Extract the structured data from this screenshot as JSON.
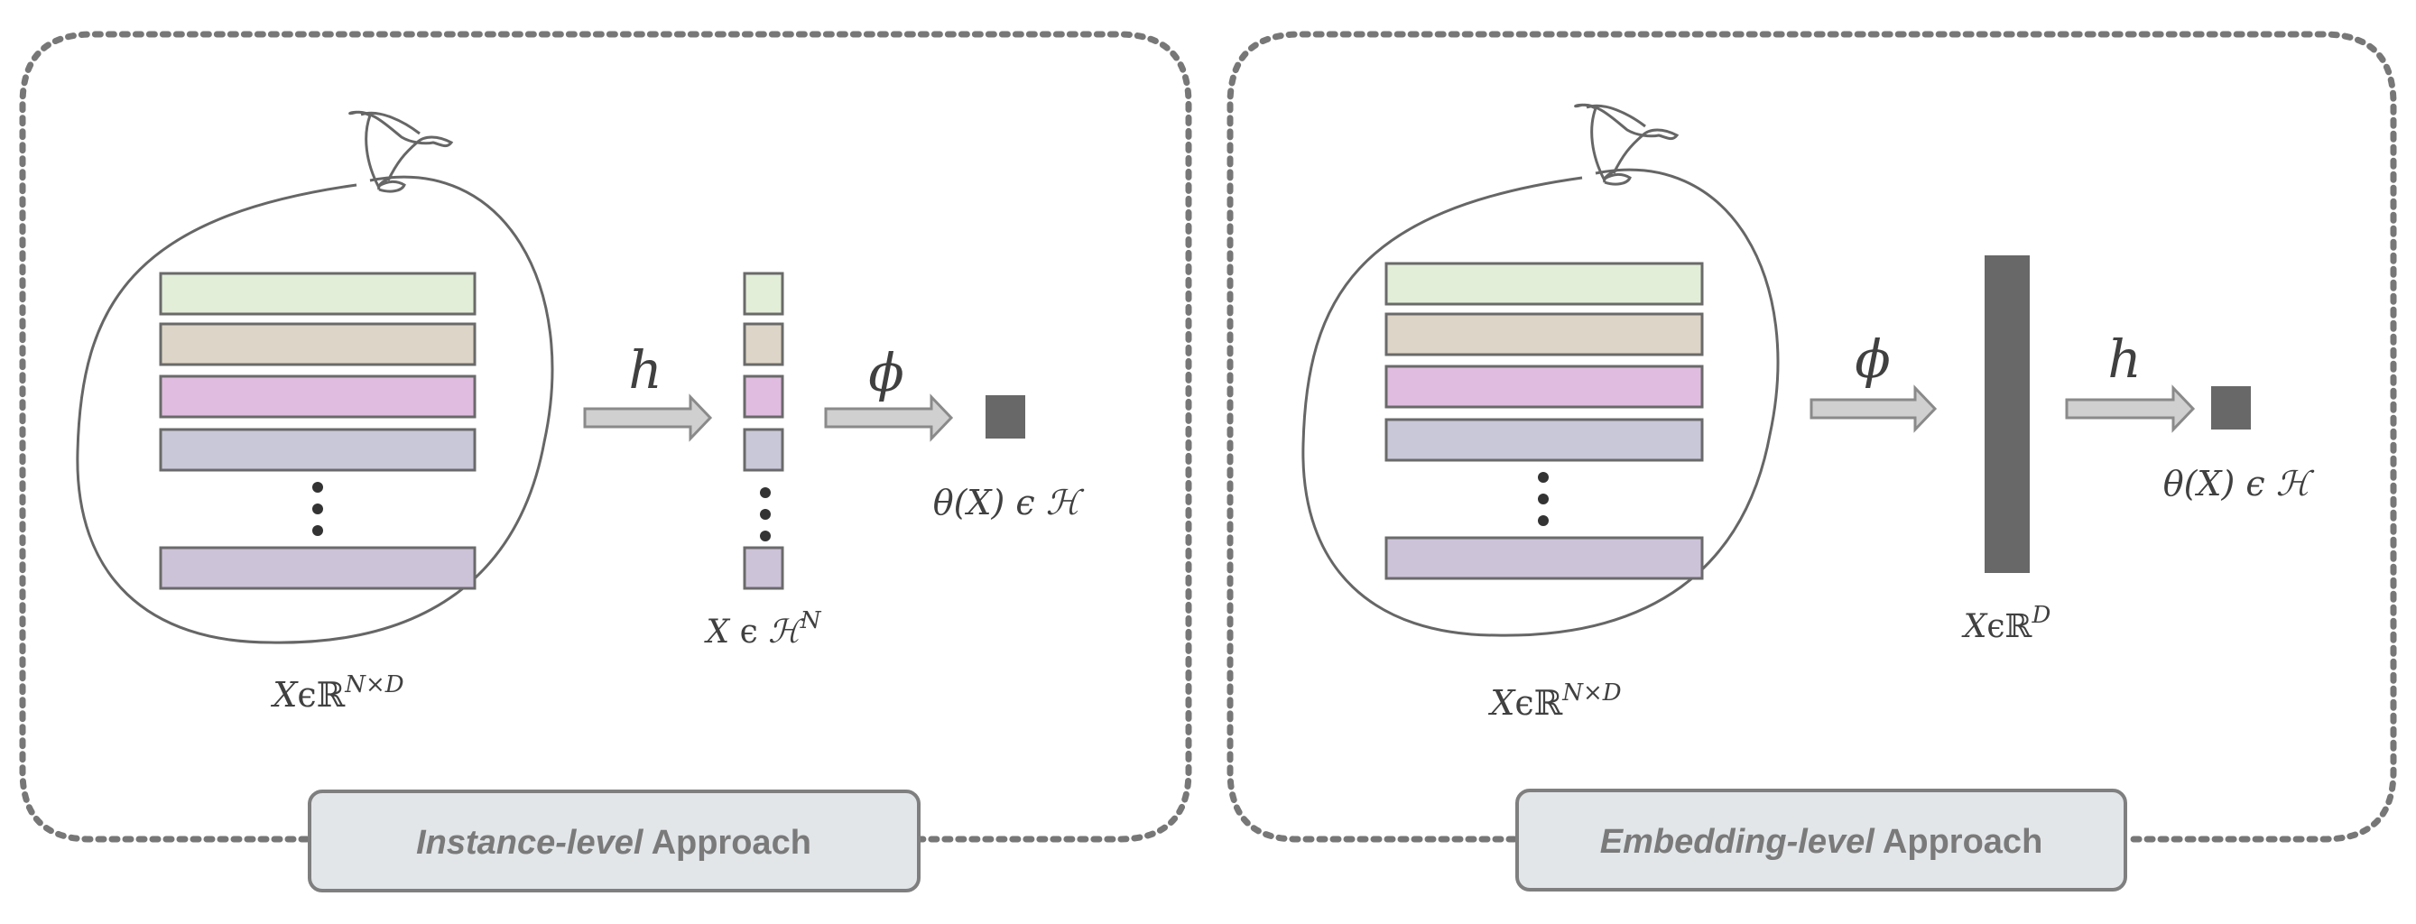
{
  "colors": {
    "row_1": "#e2eed8",
    "row_2": "#ddd5c7",
    "row_3": "#e0bde0",
    "row_4": "#c9c8d9",
    "row_5": "#cdc3d9",
    "score_block": "#686868",
    "embedding_block": "#686868",
    "label_box": "#e2e6e9"
  },
  "icons": {
    "bag": "bag-icon",
    "arrow": "arrow-right-icon"
  },
  "left_panel": {
    "label_italic": "Instance-level",
    "label_rest": " Approach",
    "bag_caption": "Xϵℝ^{N×D}",
    "first_function": "h",
    "instance_scores_caption": "X ϵ ℋ^N",
    "second_function": "ϕ",
    "output_caption": "θ(X) ϵ ℋ"
  },
  "right_panel": {
    "label_italic": "Embedding-level",
    "label_rest": " Approach",
    "bag_caption": "Xϵℝ^{N×D}",
    "first_function": "ϕ",
    "embedding_caption": "Xϵℝ^D",
    "second_function": "h",
    "output_caption": "θ(X) ϵ ℋ"
  }
}
